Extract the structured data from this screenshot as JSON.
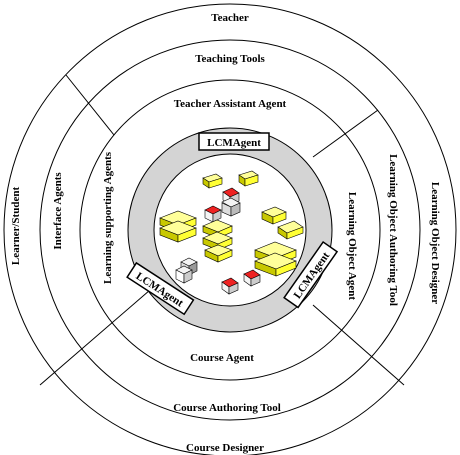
{
  "rings": {
    "teacher": "Teacher",
    "teaching_tools": "Teaching Tools",
    "teacher_assistant_agent": "Teacher Assistant Agent",
    "learner_student": "Learner/Student",
    "interface_agents": "Interface Agents",
    "learning_supporting_agents": "Learning supporting Agents",
    "learning_object_agent": "Learning Object Agent",
    "learning_object_authoring_tool": "Learning Object Authoring Tool",
    "learning_object_designer": "Learning Object Designer",
    "course_agent": "Course Agent",
    "course_authoring_tool": "Course Authoring Tool",
    "course_designer": "Course Designer"
  },
  "lcm_labels": {
    "top": "LCMAgent",
    "left": "LCMAgent",
    "right": "LCMAgent"
  },
  "colors": {
    "lcm_band": "#d4d4d4",
    "object_yellow": "#ffff33",
    "object_yellow_shade": "#c8c800",
    "object_red": "#ee2222",
    "object_white": "#f4f4f4",
    "object_gray": "#9a9a9a"
  }
}
